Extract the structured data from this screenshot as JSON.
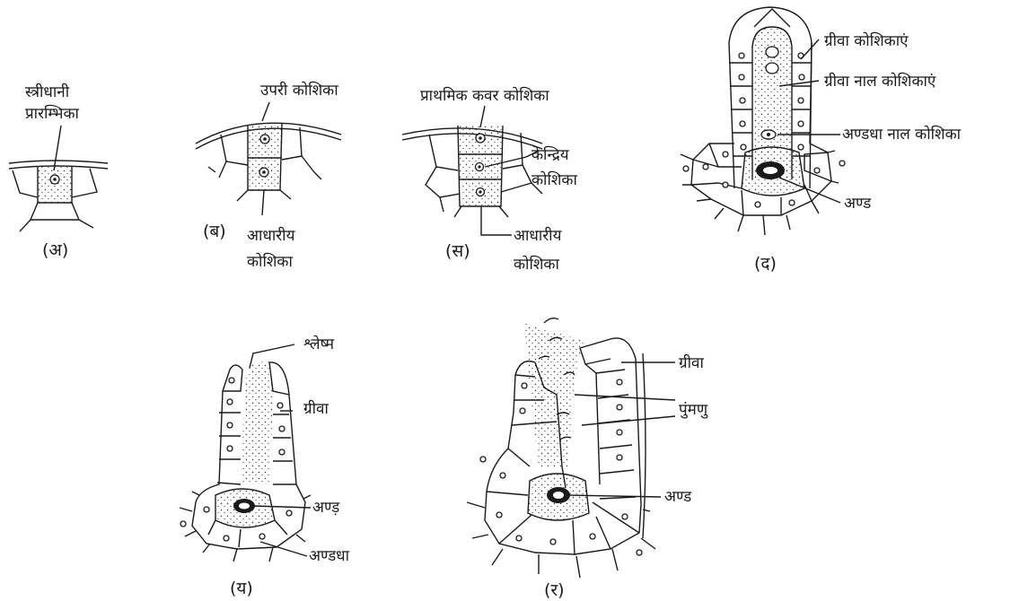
{
  "figures": {
    "a": {
      "caption": "(अ)",
      "labels": [
        "स्त्रीधानी",
        "प्रारम्भिका"
      ]
    },
    "b": {
      "caption": "(ब)",
      "labels": [
        "उपरी कोशिका",
        "आधारीय",
        "कोशिका"
      ]
    },
    "c": {
      "caption": "(स)",
      "labels": [
        "प्राथमिक कवर कोशिका",
        "केन्द्रिय",
        "कोशिका",
        "आधारीय",
        "कोशिका"
      ]
    },
    "d": {
      "caption": "(द)",
      "labels": [
        "ग्रीवा कोशिकाएं",
        "ग्रीवा नाल कोशिकाएं",
        "अण्डधा नाल कोशिका",
        "अण्ड"
      ]
    },
    "e": {
      "caption": "(य)",
      "labels": [
        "श्लेष्म",
        "ग्रीवा",
        "अण्ड़",
        "अण्डधा"
      ]
    },
    "f": {
      "caption": "(र)",
      "labels": [
        "ग्रीवा",
        "पुंमणु",
        "अण्ड"
      ]
    }
  },
  "colors": {
    "ink": "#1a1a1a",
    "background": "#ffffff"
  }
}
